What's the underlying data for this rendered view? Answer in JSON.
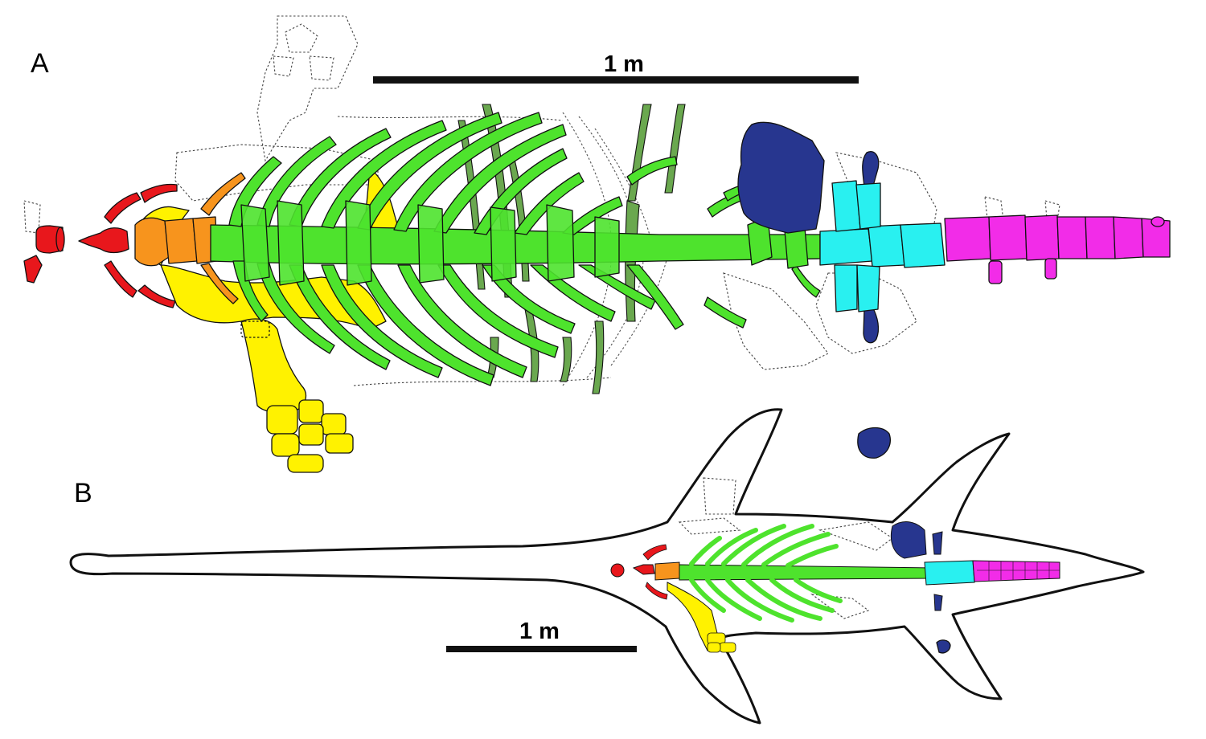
{
  "panels": [
    {
      "id": "A",
      "label": "A",
      "scale_label": "1 m"
    },
    {
      "id": "B",
      "label": "B",
      "scale_label": "1 m"
    }
  ],
  "colors": {
    "skull": "#e8171c",
    "anterior_cervical": "#f7941d",
    "pectoral": "#fff200",
    "dorsal_ribs": "#4ee32d",
    "gastralia": "#6aa84f",
    "pelvic": "#27368f",
    "sacral": "#29f0f0",
    "caudal": "#f22ce8",
    "outline": "#111111"
  }
}
